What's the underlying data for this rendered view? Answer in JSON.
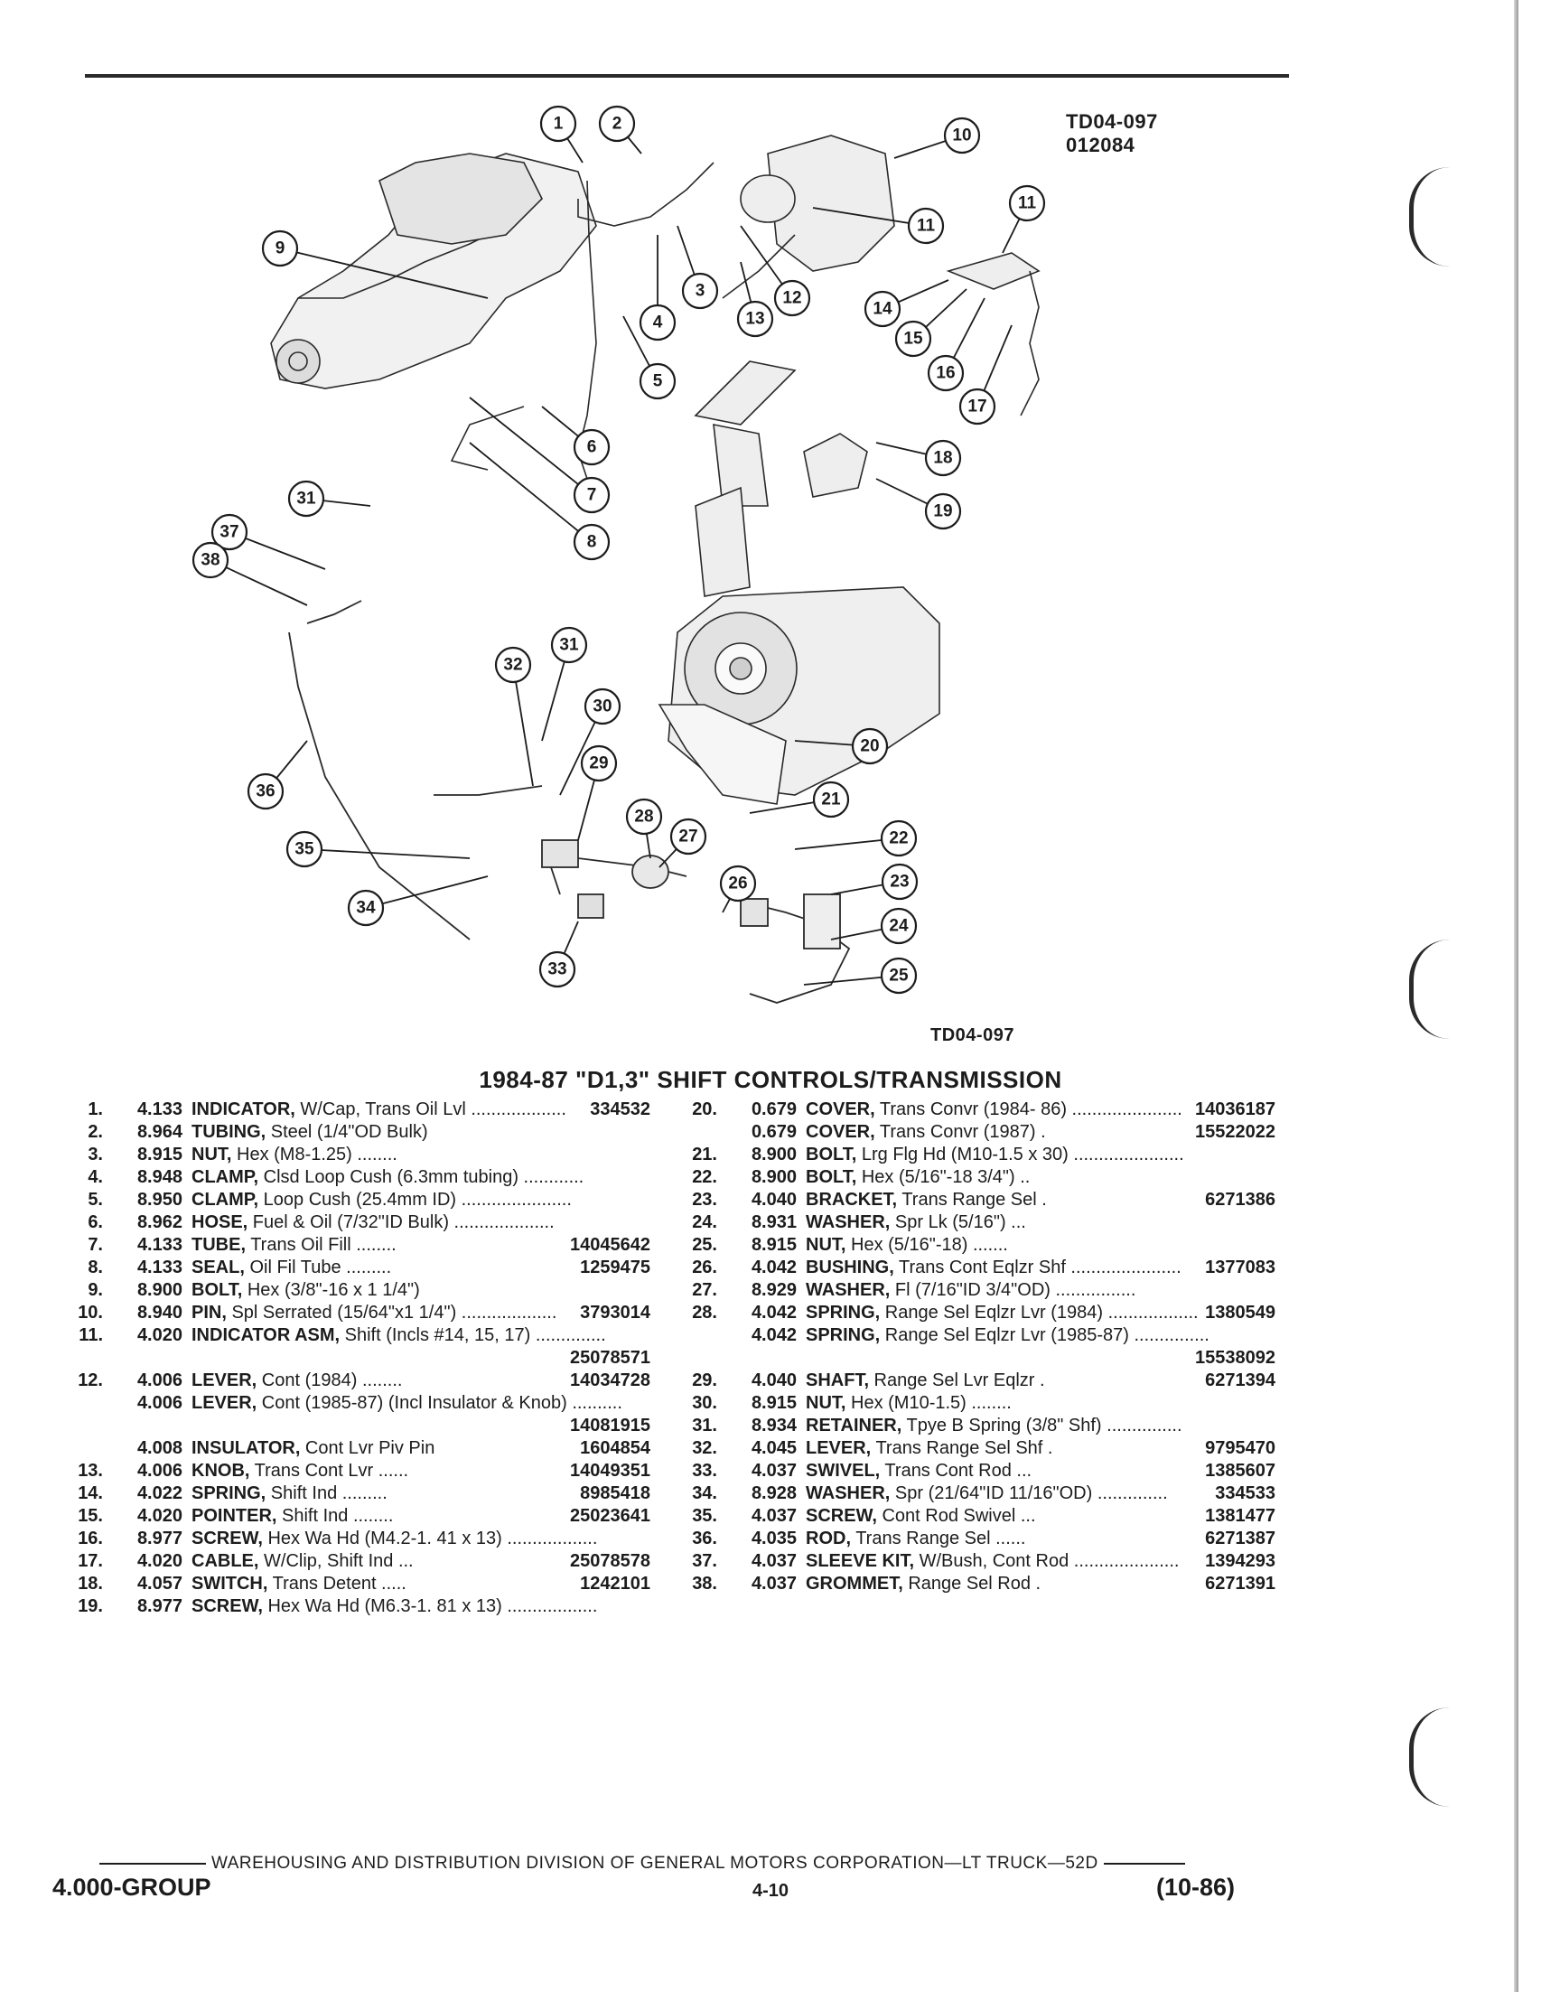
{
  "figure": {
    "id_top": "TD04-097",
    "date_code": "012084",
    "id_bottom": "TD04-097",
    "callouts": [
      "1",
      "2",
      "3",
      "4",
      "5",
      "6",
      "7",
      "8",
      "9",
      "10",
      "11",
      "11",
      "12",
      "13",
      "14",
      "15",
      "16",
      "17",
      "18",
      "19",
      "20",
      "21",
      "22",
      "23",
      "24",
      "25",
      "26",
      "27",
      "28",
      "29",
      "30",
      "31",
      "31",
      "32",
      "33",
      "34",
      "35",
      "36",
      "37",
      "38"
    ]
  },
  "title": "1984-87 \"D1,3\" SHIFT CONTROLS/TRANSMISSION",
  "parts_left": [
    {
      "no": "1.",
      "grp": "4.133",
      "name": "INDICATOR,",
      "text": " W/Cap, Trans Oil Lvl ...................",
      "pn": "334532"
    },
    {
      "no": "2.",
      "grp": "8.964",
      "name": "TUBING,",
      "text": " Steel (1/4\"OD Bulk)",
      "pn": ""
    },
    {
      "no": "3.",
      "grp": "8.915",
      "name": "NUT,",
      "text": " Hex (M8-1.25) ........",
      "pn": ""
    },
    {
      "no": "4.",
      "grp": "8.948",
      "name": "CLAMP,",
      "text": " Clsd Loop Cush (6.3mm tubing) ............",
      "pn": ""
    },
    {
      "no": "5.",
      "grp": "8.950",
      "name": "CLAMP,",
      "text": " Loop Cush (25.4mm ID) ......................",
      "pn": ""
    },
    {
      "no": "6.",
      "grp": "8.962",
      "name": "HOSE,",
      "text": " Fuel & Oil (7/32\"ID Bulk) ....................",
      "pn": ""
    },
    {
      "no": "7.",
      "grp": "4.133",
      "name": "TUBE,",
      "text": " Trans Oil Fill ........",
      "pn": "14045642"
    },
    {
      "no": "8.",
      "grp": "4.133",
      "name": "SEAL,",
      "text": " Oil Fil Tube .........",
      "pn": "1259475"
    },
    {
      "no": "9.",
      "grp": "8.900",
      "name": "BOLT,",
      "text": " Hex (3/8\"-16 x 1 1/4\")",
      "pn": ""
    },
    {
      "no": "10.",
      "grp": "8.940",
      "name": "PIN,",
      "text": " Spl Serrated (15/64\"x1 1/4\") ...................",
      "pn": "3793014"
    },
    {
      "no": "11.",
      "grp": "4.020",
      "name": "INDICATOR ASM,",
      "text": " Shift (Incls #14, 15, 17) ..............",
      "pn": "25078571"
    },
    {
      "no": "12.",
      "grp": "4.006",
      "name": "LEVER,",
      "text": " Cont (1984) ........",
      "pn": "14034728"
    },
    {
      "no": "",
      "grp": "4.006",
      "name": "LEVER,",
      "text": " Cont (1985-87) (Incl Insulator & Knob) ..........",
      "pn": "14081915"
    },
    {
      "no": "",
      "grp": "4.008",
      "name": "INSULATOR,",
      "text": " Cont Lvr Piv Pin",
      "pn": "1604854"
    },
    {
      "no": "13.",
      "grp": "4.006",
      "name": "KNOB,",
      "text": " Trans Cont Lvr ......",
      "pn": "14049351"
    },
    {
      "no": "14.",
      "grp": "4.022",
      "name": "SPRING,",
      "text": " Shift Ind .........",
      "pn": "8985418"
    },
    {
      "no": "15.",
      "grp": "4.020",
      "name": "POINTER,",
      "text": " Shift Ind ........",
      "pn": "25023641"
    },
    {
      "no": "16.",
      "grp": "8.977",
      "name": "SCREW,",
      "text": " Hex Wa Hd (M4.2-1. 41 x 13) ..................",
      "pn": ""
    },
    {
      "no": "17.",
      "grp": "4.020",
      "name": "CABLE,",
      "text": " W/Clip, Shift Ind ...",
      "pn": "25078578"
    },
    {
      "no": "18.",
      "grp": "4.057",
      "name": "SWITCH,",
      "text": " Trans Detent .....",
      "pn": "1242101"
    },
    {
      "no": "19.",
      "grp": "8.977",
      "name": "SCREW,",
      "text": " Hex Wa Hd (M6.3-1. 81 x 13) ..................",
      "pn": ""
    }
  ],
  "parts_right": [
    {
      "no": "20.",
      "grp": "0.679",
      "name": "COVER,",
      "text": " Trans Convr (1984- 86) ......................",
      "pn": "14036187"
    },
    {
      "no": "",
      "grp": "0.679",
      "name": "COVER,",
      "text": " Trans Convr (1987) .",
      "pn": "15522022"
    },
    {
      "no": "21.",
      "grp": "8.900",
      "name": "BOLT,",
      "text": " Lrg Flg Hd (M10-1.5 x 30) ......................",
      "pn": ""
    },
    {
      "no": "22.",
      "grp": "8.900",
      "name": "BOLT,",
      "text": " Hex (5/16\"-18 3/4\") ..",
      "pn": ""
    },
    {
      "no": "23.",
      "grp": "4.040",
      "name": "BRACKET,",
      "text": " Trans Range Sel .",
      "pn": "6271386"
    },
    {
      "no": "24.",
      "grp": "8.931",
      "name": "WASHER,",
      "text": " Spr Lk (5/16\") ...",
      "pn": ""
    },
    {
      "no": "25.",
      "grp": "8.915",
      "name": "NUT,",
      "text": " Hex (5/16\"-18) .......",
      "pn": ""
    },
    {
      "no": "26.",
      "grp": "4.042",
      "name": "BUSHING,",
      "text": " Trans Cont Eqlzr Shf ......................",
      "pn": "1377083"
    },
    {
      "no": "27.",
      "grp": "8.929",
      "name": "WASHER,",
      "text": " Fl (7/16\"ID 3/4\"OD) ................",
      "pn": ""
    },
    {
      "no": "28.",
      "grp": "4.042",
      "name": "SPRING,",
      "text": " Range Sel Eqlzr Lvr (1984) ..................",
      "pn": "1380549"
    },
    {
      "no": "",
      "grp": "4.042",
      "name": "SPRING,",
      "text": " Range Sel Eqlzr Lvr (1985-87) ...............",
      "pn": "15538092"
    },
    {
      "no": "29.",
      "grp": "4.040",
      "name": "SHAFT,",
      "text": " Range Sel Lvr Eqlzr .",
      "pn": "6271394"
    },
    {
      "no": "30.",
      "grp": "8.915",
      "name": "NUT,",
      "text": " Hex (M10-1.5) ........",
      "pn": ""
    },
    {
      "no": "31.",
      "grp": "8.934",
      "name": "RETAINER,",
      "text": " Tpye B Spring (3/8\" Shf) ...............",
      "pn": ""
    },
    {
      "no": "32.",
      "grp": "4.045",
      "name": "LEVER,",
      "text": " Trans Range Sel Shf .",
      "pn": "9795470"
    },
    {
      "no": "33.",
      "grp": "4.037",
      "name": "SWIVEL,",
      "text": " Trans Cont Rod ...",
      "pn": "1385607"
    },
    {
      "no": "34.",
      "grp": "8.928",
      "name": "WASHER,",
      "text": " Spr (21/64\"ID 11/16\"OD) ..............",
      "pn": "334533"
    },
    {
      "no": "35.",
      "grp": "4.037",
      "name": "SCREW,",
      "text": " Cont Rod Swivel ...",
      "pn": "1381477"
    },
    {
      "no": "36.",
      "grp": "4.035",
      "name": "ROD,",
      "text": " Trans Range Sel ......",
      "pn": "6271387"
    },
    {
      "no": "37.",
      "grp": "4.037",
      "name": "SLEEVE KIT,",
      "text": " W/Bush, Cont Rod .....................",
      "pn": "1394293"
    },
    {
      "no": "38.",
      "grp": "4.037",
      "name": "GROMMET,",
      "text": " Range Sel Rod .",
      "pn": "6271391"
    }
  ],
  "footer": {
    "division": "WAREHOUSING AND DISTRIBUTION DIVISION OF GENERAL MOTORS CORPORATION—LT TRUCK—52D",
    "group": "4.000-GROUP",
    "page": "4-10",
    "date": "(10-86)"
  }
}
